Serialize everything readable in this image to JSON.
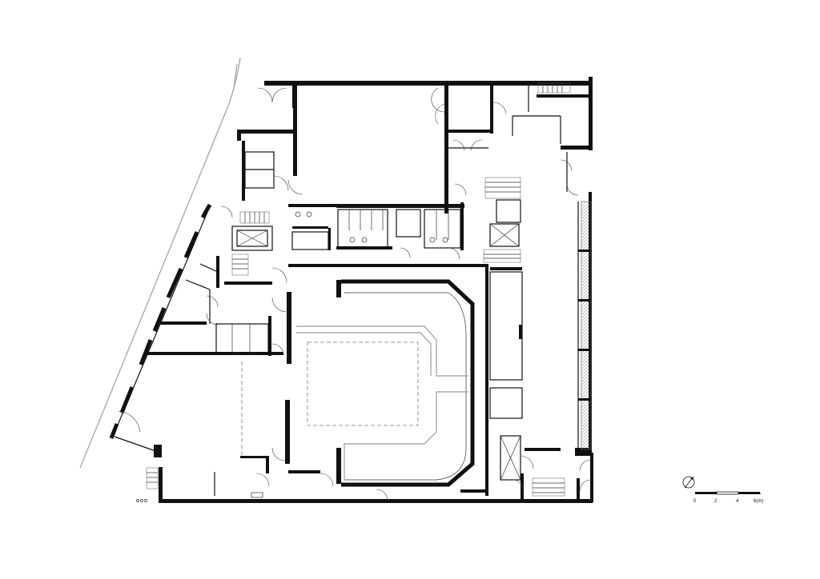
{
  "drawing": {
    "scale_bar": {
      "ticks": [
        "0",
        "2",
        "4",
        "6(m)"
      ],
      "north_icon": "north-arrow-icon"
    }
  }
}
